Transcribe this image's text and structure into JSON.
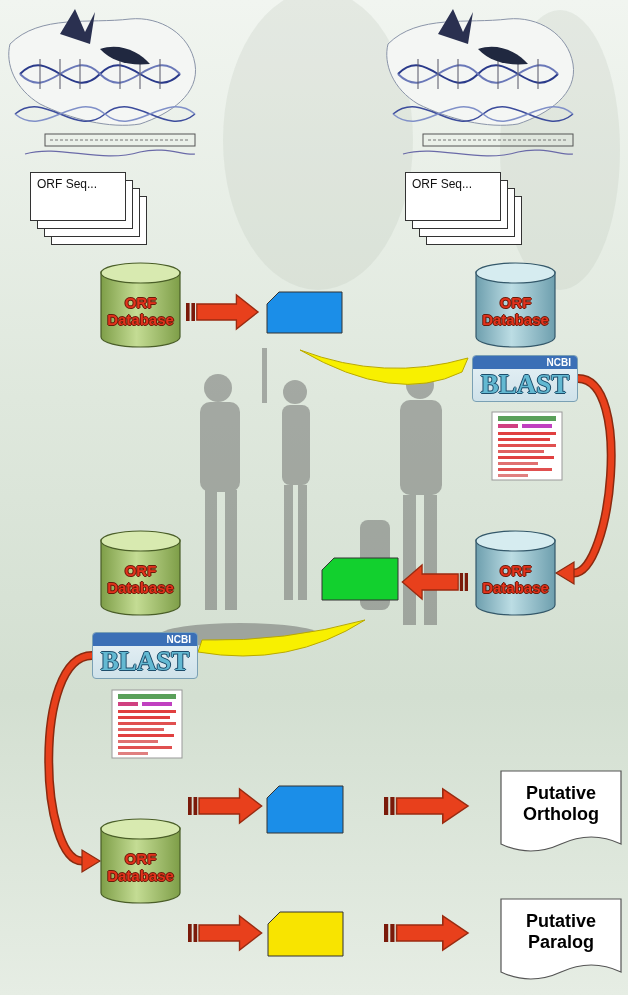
{
  "diagram": {
    "nodes": [
      {
        "text": [
          "ORF Seq..."
        ]
      },
      {
        "text": [
          "ORF Seq..."
        ]
      },
      {
        "text": [
          "ORF Database"
        ]
      },
      {
        "text": [
          "ORF Database"
        ]
      },
      {
        "text": [
          "NCBI",
          "BLAST"
        ]
      },
      {
        "text": [
          "ORF Database"
        ]
      },
      {
        "text": [
          "ORF Database"
        ]
      },
      {
        "text": [
          "NCBI",
          "BLAST"
        ]
      },
      {
        "text": [
          "ORF Database"
        ]
      },
      {
        "text": [
          "Putative Ortholog"
        ]
      },
      {
        "text": [
          "Putative Paralog"
        ]
      }
    ],
    "edges": [
      {
        "from": 4,
        "to": 5,
        "arrow": "to"
      },
      {
        "from": 7,
        "to": 8,
        "arrow": "to"
      }
    ]
  }
}
